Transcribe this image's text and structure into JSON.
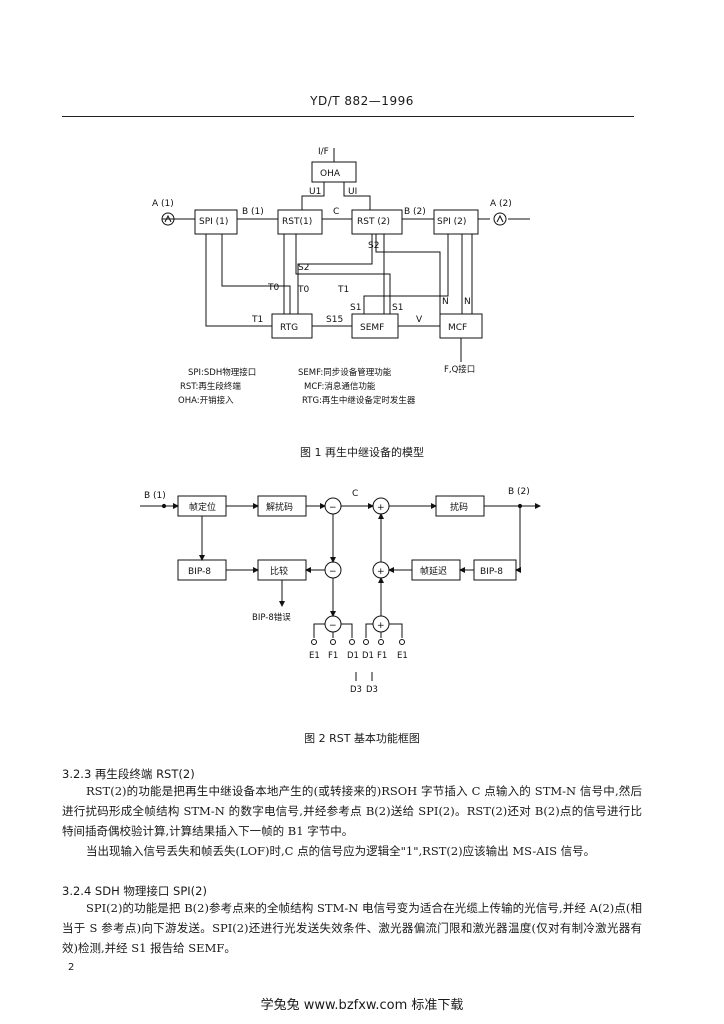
{
  "header": {
    "standard_id": "YD/T 882—1996"
  },
  "figure1": {
    "caption": "图 1   再生中继设备的模型",
    "blocks": {
      "oha": "OHA",
      "spi1": "SPI (1)",
      "rst1": "RST(1)",
      "rst2": "RST (2)",
      "spi2": "SPI (2)",
      "rtg": "RTG",
      "semf": "SEMF",
      "mcf": "MCF"
    },
    "labels": {
      "if": "I/F",
      "u1_left": "U1",
      "u1_right": "UI",
      "a1": "A (1)",
      "b1": "B (1)",
      "c": "C",
      "b2": "B (2)",
      "a2": "A (2)",
      "s2_right": "S2",
      "s2_mid": "S2",
      "t0_left": "T0",
      "t0_mid": "T0",
      "t1_mid": "T1",
      "t1_left": "T1",
      "s1_left": "S1",
      "s1_right": "S1",
      "n_left": "N",
      "n_right": "N",
      "s15": "S15",
      "v": "V",
      "fq": "F,Q接口"
    },
    "legend": {
      "spi": "SPI:SDH物理接口",
      "rst": "RST:再生段终端",
      "oha": "OHA:开销接入",
      "semf": "SEMF:同步设备管理功能",
      "mcf": "MCF:消息通信功能",
      "rtg": "RTG:再生中继设备定时发生器"
    }
  },
  "figure2": {
    "caption": "图 2   RST 基本功能框图",
    "blocks": {
      "frame_align": "帧定位",
      "descramble": "解扰码",
      "scramble": "扰码",
      "bip8_left": "BIP-8",
      "compare": "比较",
      "frame_delay": "帧延迟",
      "bip8_right": "BIP-8"
    },
    "labels": {
      "b1": "B (1)",
      "c": "C",
      "b2": "B (2)",
      "bip_error": "BIP-8错误",
      "minus": "−",
      "plus": "+"
    },
    "taps": [
      "E1",
      "F1",
      "D1",
      "D1",
      "F1",
      "E1"
    ],
    "sub_taps": [
      "D3",
      "D3"
    ]
  },
  "body": {
    "s323_title": "3.2.3  再生段终端 RST(2)",
    "s323_p1": "RST(2)的功能是把再生中继设备本地产生的(或转接来的)RSOH 字节插入 C 点输入的 STM-N 信号中,然后进行扰码形成全帧结构 STM-N 的数字电信号,并经参考点 B(2)送给 SPI(2)。RST(2)还对 B(2)点的信号进行比特间插奇偶校验计算,计算结果插入下一帧的 B1 字节中。",
    "s323_p2": "当出现输入信号丢失和帧丢失(LOF)时,C 点的信号应为逻辑全\"1\",RST(2)应该输出 MS-AIS 信号。",
    "s324_title": "3.2.4  SDH 物理接口 SPI(2)",
    "s324_p1": "SPI(2)的功能是把 B(2)参考点来的全帧结构 STM-N 电信号变为适合在光缆上传输的光信号,并经 A(2)点(相当于 S 参考点)向下游发送。SPI(2)还进行光发送失效条件、激光器偏流门限和激光器温度(仅对有制冷激光器有效)检测,并经 S1 报告给 SEMF。"
  },
  "page_number": "2",
  "footer": "学兔兔   www.bzfxw.com   标准下载"
}
